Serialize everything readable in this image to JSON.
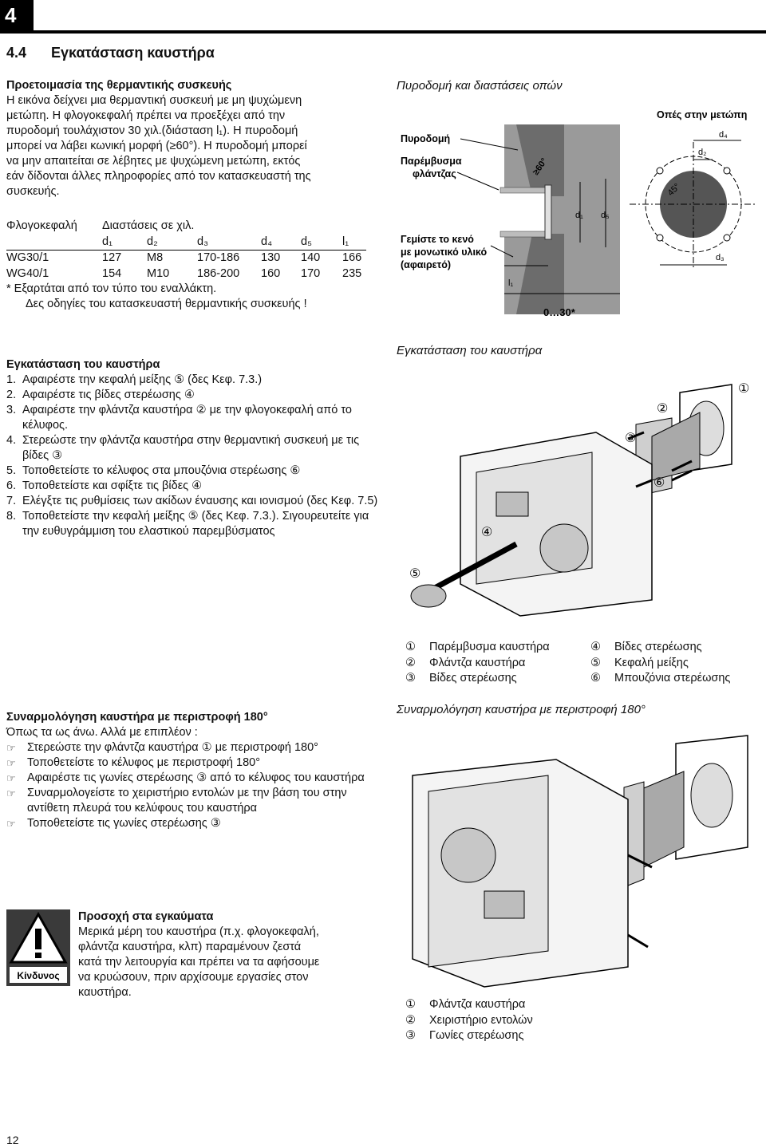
{
  "chapter": "4",
  "section": {
    "number": "4.4",
    "title": "Εγκατάσταση καυστήρα"
  },
  "prep": {
    "heading": "Προετοιμασία της θερμαντικής συσκευής",
    "lines": [
      "Η εικόνα δείχνει μια θερμαντική συσκευή με μη ψυχώμενη",
      "μετώπη. Η φλογοκεφαλή πρέπει να προεξέχει από την",
      "πυροδομή τουλάχιστον 30 χιλ.(διάσταση l₁). Η πυροδομή",
      "μπορεί να λάβει κωνική μορφή (≥60°). Η πυροδομή μπορεί",
      "να μην απαιτείται σε λέβητες με ψυχώμενη μετώπη, εκτός",
      "εάν δίδονται άλλες πληροφορίες από τον κατασκευαστή της",
      "συσκευής."
    ]
  },
  "dims_table": {
    "label_col": "Φλογοκεφαλή",
    "label_dims": "Διαστάσεις σε χιλ.",
    "headers": [
      "d₁",
      "d₂",
      "d₃",
      "d₄",
      "d₅",
      "l₁"
    ],
    "rows": [
      {
        "name": "WG30/1",
        "values": [
          "127",
          "M8",
          "170-186",
          "130",
          "140",
          "166"
        ]
      },
      {
        "name": "WG40/1",
        "values": [
          "154",
          "M10",
          "186-200",
          "160",
          "170",
          "235"
        ]
      }
    ],
    "note1": "*   Εξαρτάται από τον τύπο του εναλλάκτη.",
    "note2": "Δες οδηγίες του κατασκευαστή θερμαντικής συσκευής !"
  },
  "fig1": {
    "caption": "Πυροδομή και διαστάσεις οπών",
    "label_pyrodomi": "Πυροδομή",
    "label_gasket1": "Παρέμβυσμα",
    "label_gasket2": "φλάντζας",
    "label_openings": "Οπές στην μετώπη",
    "label_fill1": "Γεμίστε το κενό",
    "label_fill2": "με μονωτικό υλικό",
    "label_fill3": "(αφαιρετό)",
    "angle60": "≥60°",
    "angle45": "45°",
    "d1": "d₁",
    "d2": "d₂",
    "d3": "d₃",
    "d4": "d₄",
    "d5": "d₅",
    "l1": "l₁",
    "range": "0…30*"
  },
  "install": {
    "heading": "Εγκατάσταση του καυστήρα",
    "steps": [
      {
        "n": "1.",
        "text": "Αφαιρέστε την κεφαλή μείξης ⑤ (δες Κεφ. 7.3.)"
      },
      {
        "n": "2.",
        "text": "Αφαιρέστε τις βίδες στερέωσης ④"
      },
      {
        "n": "3.",
        "text": "Αφαιρέστε την φλάντζα καυστήρα ② με την φλογοκεφαλή από το κέλυφος."
      },
      {
        "n": "4.",
        "text": "Στερεώστε την φλάντζα καυστήρα στην θερμαντική συσκευή με τις βίδες ③"
      },
      {
        "n": "5.",
        "text": "Τοποθετείστε το κέλυφος στα μπουζόνια στερέωσης ⑥"
      },
      {
        "n": "6.",
        "text": "Τοποθετείστε και σφίξτε τις βίδες ④"
      },
      {
        "n": "7.",
        "text": "Ελέγξτε τις ρυθμίσεις των ακίδων έναυσης και ιονισμού (δες Κεφ. 7.5)"
      },
      {
        "n": "8.",
        "text": "Τοποθετείστε την κεφαλή μείξης ⑤ (δες Κεφ. 7.3.). Σιγουρευτείτε για την ευθυγράμμιση του ελαστικού παρεμβύσματος"
      }
    ]
  },
  "fig2": {
    "caption": "Εγκατάσταση του καυστήρα",
    "m1": "①",
    "m2": "②",
    "m3": "③",
    "m4": "④",
    "m5": "⑤",
    "m6": "⑥"
  },
  "legend1": [
    {
      "sym": "①",
      "text": "Παρέμβυσμα καυστήρα"
    },
    {
      "sym": "②",
      "text": "Φλάντζα καυστήρα"
    },
    {
      "sym": "③",
      "text": "Βίδες στερέωσης"
    },
    {
      "sym": "④",
      "text": "Βίδες στερέωσης"
    },
    {
      "sym": "⑤",
      "text": "Κεφαλή μείξης"
    },
    {
      "sym": "⑥",
      "text": "Μπουζόνια στερέωσης"
    }
  ],
  "rotate": {
    "heading": "Συναρμολόγηση καυστήρα με περιστροφή 180°",
    "intro": "Όπως τα ως άνω. Αλλά με επιπλέον :",
    "items": [
      "Στερεώστε την φλάντζα καυστήρα ① με περιστροφή 180°",
      "Τοποθετείστε το κέλυφος με περιστροφή 180°",
      "Αφαιρέστε τις γωνίες στερέωσης ③ από το κέλυφος του καυστήρα",
      "Συναρμολογείστε το χειριστήριο εντολών με την βάση του στην αντίθετη πλευρά του κελύφους του καυστήρα",
      "Τοποθετείστε τις γωνίες στερέωσης ③"
    ]
  },
  "fig3": {
    "caption": "Συναρμολόγηση καυστήρα με περιστροφή 180°"
  },
  "legend2": [
    {
      "sym": "①",
      "text": "Φλάντζα καυστήρα"
    },
    {
      "sym": "②",
      "text": "Χειριστήριο εντολών"
    },
    {
      "sym": "③",
      "text": "Γωνίες στερέωσης"
    }
  ],
  "warning": {
    "heading": "Προσοχή στα εγκαύματα",
    "lines": [
      "Μερικά μέρη του καυστήρα (π.χ. φλογοκεφαλή,",
      "φλάντζα καυστήρα, κλπ) παραμένουν ζεστά",
      "κατά την λειτουργία και πρέπει να τα αφήσουμε",
      "να κρυώσουν, πριν αρχίσουμε εργασίες στον",
      "καυστήρα."
    ],
    "badge": "Κίνδυνος"
  },
  "page_number": "12",
  "hand_glyph": "☞"
}
